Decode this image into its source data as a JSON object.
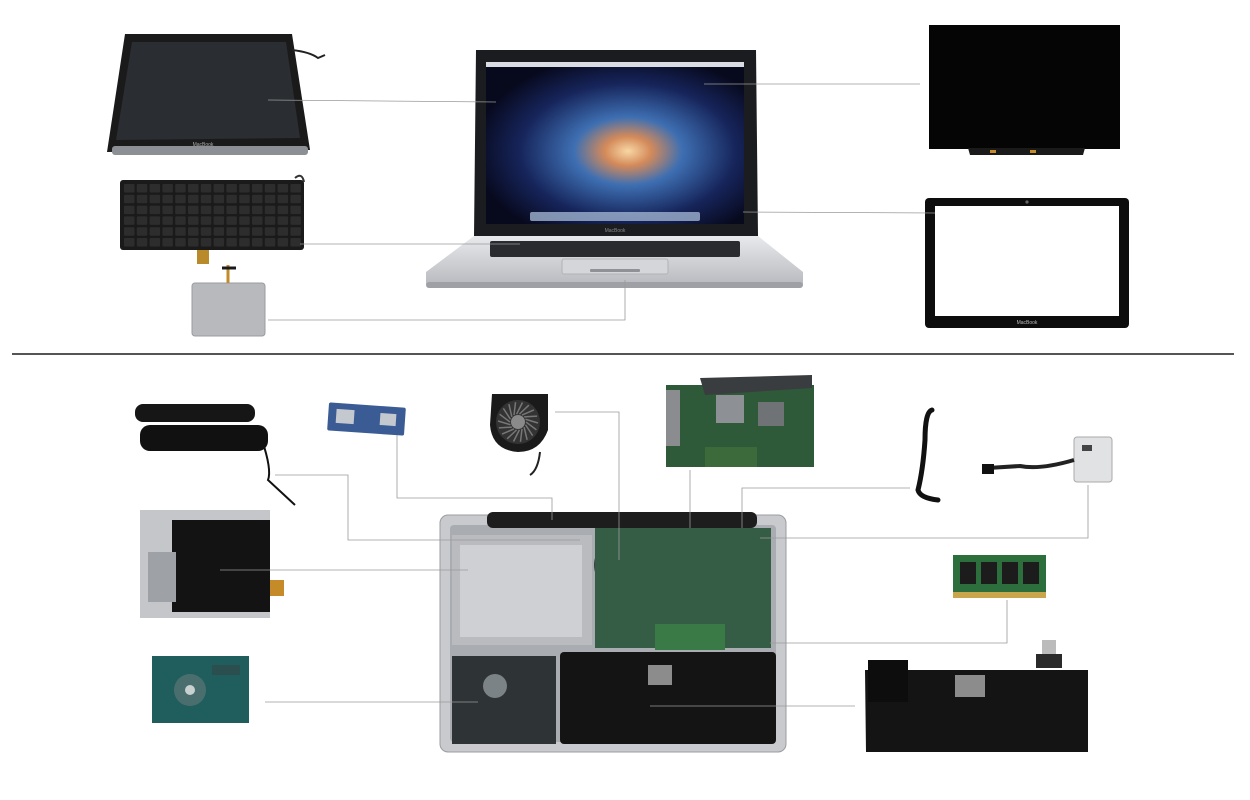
{
  "brand_text": {
    "display_assembly_logo": "MacBook",
    "laptop_logo": "MacBook",
    "bezel_logo": "MacBook"
  },
  "colors": {
    "background": "#ffffff",
    "divider": "#555555",
    "leader_line": "#9a9a9a",
    "aluminum": "#c9cbcf",
    "black_part": "#111111",
    "pcb_green": "#2f5a3a",
    "board_blue": "#2c4f86"
  },
  "parts": [
    {
      "id": "display-assembly",
      "icon": "display-assembly-icon"
    },
    {
      "id": "keyboard",
      "icon": "keyboard-icon"
    },
    {
      "id": "trackpad",
      "icon": "trackpad-icon"
    },
    {
      "id": "macbook-laptop",
      "icon": "laptop-icon"
    },
    {
      "id": "lcd-panel",
      "icon": "lcd-panel-icon"
    },
    {
      "id": "glass-bezel",
      "icon": "glass-bezel-icon"
    },
    {
      "id": "speakers",
      "icon": "speaker-icon"
    },
    {
      "id": "airport-card",
      "icon": "wireless-card-icon"
    },
    {
      "id": "cooling-fan",
      "icon": "fan-icon"
    },
    {
      "id": "logic-board",
      "icon": "logic-board-icon"
    },
    {
      "id": "cable",
      "icon": "cable-icon"
    },
    {
      "id": "dc-in-board",
      "icon": "power-connector-icon"
    },
    {
      "id": "optical-drive",
      "icon": "optical-drive-icon"
    },
    {
      "id": "ram-module",
      "icon": "ram-icon"
    },
    {
      "id": "hard-drive",
      "icon": "hard-drive-icon"
    },
    {
      "id": "battery",
      "icon": "battery-icon"
    },
    {
      "id": "open-chassis",
      "icon": "open-chassis-icon"
    }
  ]
}
